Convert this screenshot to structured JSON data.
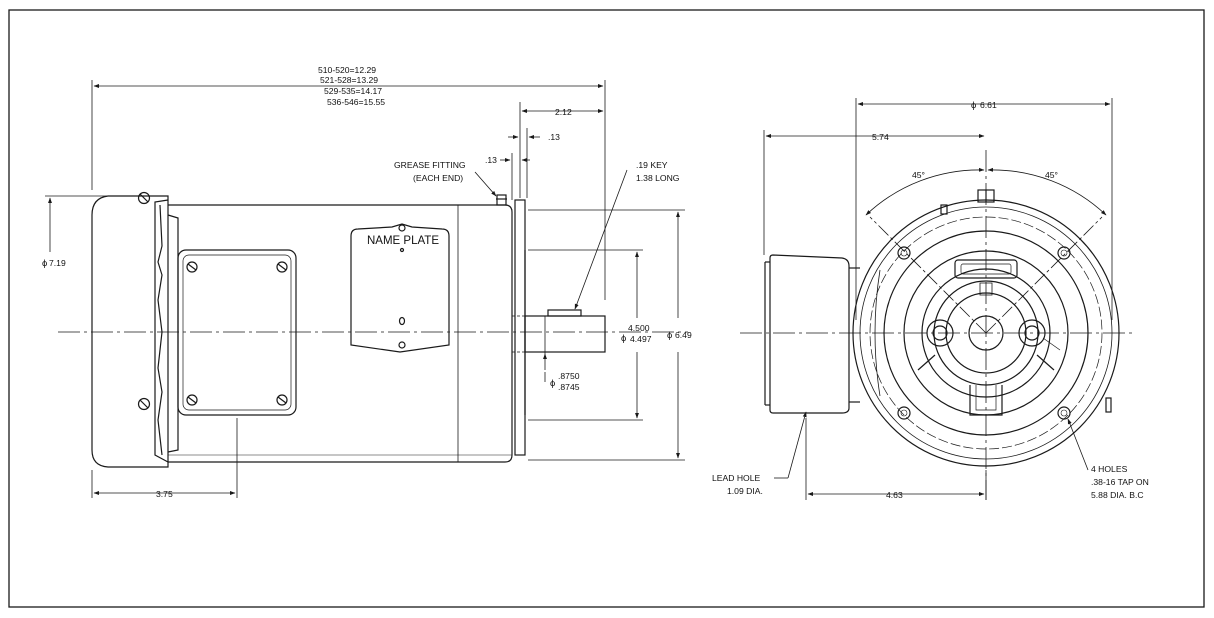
{
  "colors": {
    "line": "#1a1a1a",
    "background": "#ffffff"
  },
  "side_view": {
    "overall_length": [
      "510-520=12.29",
      "521-528=13.29",
      "529-535=14.17",
      "536-546=15.55"
    ],
    "flange_to_shaft_end": "2.12",
    "flange_thickness": ".13",
    "grease_offset": ".13",
    "grease_fitting": [
      "GREASE FITTING",
      "(EACH END)"
    ],
    "key": [
      ".19 KEY",
      "1.38 LONG"
    ],
    "nameplate": "NAME PLATE",
    "frame_diameter": "7.19",
    "pilot_diameter": [
      "4.500",
      "4.497"
    ],
    "face_diameter": "6.49",
    "shaft_diameter": [
      ".8750",
      ".8745"
    ],
    "conduit_box_offset": "3.75"
  },
  "end_view": {
    "bolt_circle_diameter": "6.61",
    "conduit_extent": "5.74",
    "bolt_angle": "45°",
    "lead_hole": [
      "LEAD HOLE",
      "1.09 DIA."
    ],
    "lead_hole_offset": "4.63",
    "holes_note": [
      "4 HOLES",
      ".38-16 TAP ON",
      "5.88 DIA. B.C"
    ]
  },
  "symbols": {
    "diameter": "ϕ"
  }
}
